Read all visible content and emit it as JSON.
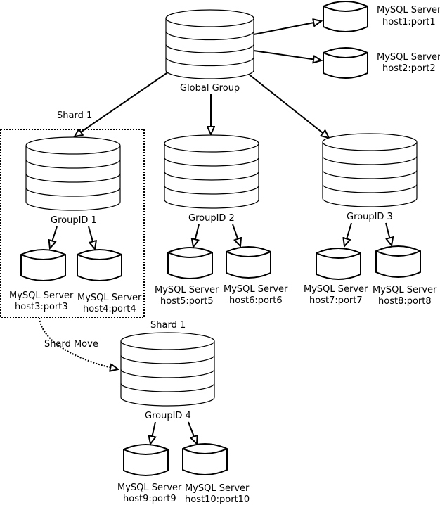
{
  "diagram": {
    "title": "MySQL Fabric sharding topology",
    "global_group": {
      "label": "Global Group",
      "servers": [
        {
          "line1": "MySQL Server",
          "line2": "host1:port1"
        },
        {
          "line1": "MySQL Server",
          "line2": "host2:port2"
        }
      ]
    },
    "shard_box_label": "Shard 1",
    "groups": [
      {
        "label": "GroupID 1",
        "servers": [
          {
            "line1": "MySQL Server",
            "line2": "host3:port3"
          },
          {
            "line1": "MySQL Server",
            "line2": "host4:port4"
          }
        ]
      },
      {
        "label": "GroupID 2",
        "servers": [
          {
            "line1": "MySQL Server",
            "line2": "host5:port5"
          },
          {
            "line1": "MySQL Server",
            "line2": "host6:port6"
          }
        ]
      },
      {
        "label": "GroupID 3",
        "servers": [
          {
            "line1": "MySQL Server",
            "line2": "host7:port7"
          },
          {
            "line1": "MySQL Server",
            "line2": "host8:port8"
          }
        ]
      },
      {
        "label": "GroupID 4",
        "shard_label": "Shard 1",
        "servers": [
          {
            "line1": "MySQL Server",
            "line2": "host9:port9"
          },
          {
            "line1": "MySQL Server",
            "line2": "host10:port10"
          }
        ]
      }
    ],
    "shard_move_label": "Shard Move",
    "colors": {
      "stroke": "#000000",
      "fill": "#ffffff",
      "background": "#ffffff"
    }
  }
}
